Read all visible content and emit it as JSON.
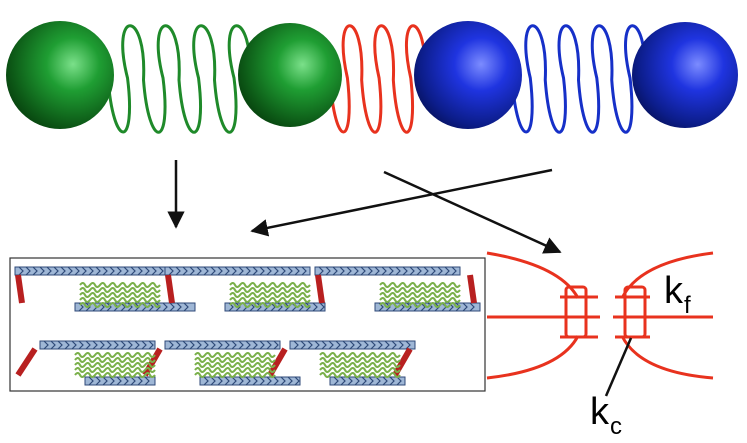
{
  "colors": {
    "green": "#1f8a2a",
    "red": "#e8321e",
    "blue": "#1630c8",
    "arrow": "#111111",
    "filament_red": "#b82020",
    "chevron_blue": "#2f4a78",
    "coil_green": "#7ab04a"
  },
  "labels": {
    "kf": {
      "main": "k",
      "sub": "f"
    },
    "kc": {
      "main": "k",
      "sub": "c"
    }
  }
}
